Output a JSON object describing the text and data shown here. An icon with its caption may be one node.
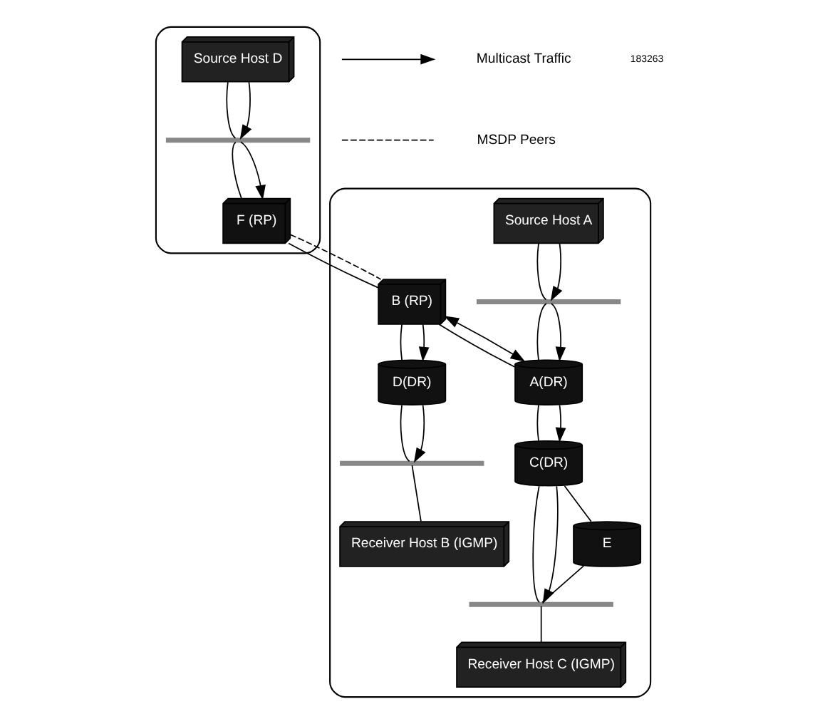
{
  "diagram": {
    "nodes": [
      {
        "text": [],
        "shape": "cloud"
      },
      {
        "text": [
          "Source Host D"
        ],
        "in": 0
      },
      {
        "text": [],
        "shape": "bar",
        "in": 0
      },
      {
        "text": [
          "F (RP)"
        ],
        "in": 0
      },
      {
        "text": [],
        "shape": "cloud"
      },
      {
        "text": [
          "Source Host A"
        ],
        "in": 4
      },
      {
        "text": [],
        "shape": "bar",
        "in": 4
      },
      {
        "text": [
          "B (RP)"
        ],
        "in": 4
      },
      {
        "text": [
          "A(DR)"
        ],
        "in": 4
      },
      {
        "text": [
          "C(DR)"
        ],
        "in": 4
      },
      {
        "text": [
          "E"
        ],
        "in": 4
      },
      {
        "text": [
          "D(DR)"
        ],
        "in": 4
      },
      {
        "text": [],
        "shape": "bar",
        "in": 4
      },
      {
        "text": [],
        "shape": "bar",
        "in": 4
      },
      {
        "text": [
          "Receiver Host B (IGMP)"
        ],
        "in": 4
      },
      {
        "text": [
          "Receiver Host C (IGMP)"
        ],
        "in": 4
      }
    ],
    "edges": [
      {
        "from": 1,
        "to": 2,
        "arrow": "none"
      },
      {
        "from": 1,
        "to": 2,
        "arrow": "to"
      },
      {
        "from": 2,
        "to": 3,
        "arrow": "none"
      },
      {
        "from": 2,
        "to": 3,
        "arrow": "to"
      },
      {
        "from": 3,
        "to": 7,
        "arrow": "none"
      },
      {
        "from": 3,
        "to": 7,
        "arrow": "none",
        "style": "dashed"
      },
      {
        "from": 5,
        "to": 6,
        "arrow": "none"
      },
      {
        "from": 5,
        "to": 6,
        "arrow": "to"
      },
      {
        "from": 6,
        "to": 8,
        "arrow": "none"
      },
      {
        "from": 6,
        "to": 8,
        "arrow": "to"
      },
      {
        "from": 7,
        "to": 8,
        "arrow": "none"
      },
      {
        "from": 7,
        "to": 8,
        "arrow": "both"
      },
      {
        "from": 8,
        "to": 9,
        "arrow": "none"
      },
      {
        "from": 8,
        "to": 9,
        "arrow": "to"
      },
      {
        "from": 9,
        "to": 10,
        "arrow": "none"
      },
      {
        "from": 7,
        "to": 11,
        "arrow": "none"
      },
      {
        "from": 7,
        "to": 11,
        "arrow": "to"
      },
      {
        "from": 11,
        "to": 12,
        "arrow": "none"
      },
      {
        "from": 11,
        "to": 12,
        "arrow": "to"
      },
      {
        "from": 9,
        "to": 13,
        "arrow": "none"
      },
      {
        "from": 9,
        "to": 13,
        "arrow": "to"
      },
      {
        "from": 10,
        "to": 13,
        "arrow": "none"
      },
      {
        "from": 12,
        "to": 14,
        "arrow": "none"
      },
      {
        "from": 13,
        "to": 15,
        "arrow": "none"
      }
    ],
    "labels": [
      "183263"
    ],
    "legend": [
      {
        "text": "Multicast Traffic"
      },
      {
        "text": "MSDP Peers"
      }
    ]
  }
}
